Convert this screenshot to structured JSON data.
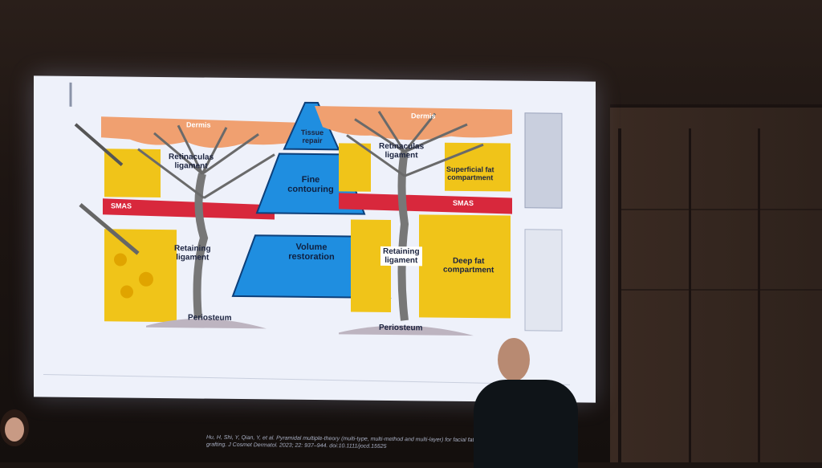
{
  "slide": {
    "left_diagram": {
      "dermis": "Dermis",
      "retinacula": "Retinaculas\nligament",
      "smas": "SMAS",
      "retaining": "Retaining\nligament",
      "periosteum": "Periosteum"
    },
    "pyramid": {
      "top": "Tissue\nrepair",
      "middle": "Fine\ncontouring",
      "bottom": "Volume\nrestoration"
    },
    "right_diagram": {
      "dermis": "Dermis",
      "retinacula": "Retinaculas\nligament",
      "superficial_fat": "Superficial fat\ncompartment",
      "smas": "SMAS",
      "retaining": "Retaining\nligament",
      "deep_fat": "Deep fat\ncompartment",
      "periosteum": "Periosteum"
    },
    "citation": "Hu, H, Shi, Y, Qian, Y, et al. Pyramidal multiple-theory (multi-type, multi-method and multi-layer) for facial fat grafting. J Cosmet Dermatol. 2023; 22: 937–944. doi:10.1111/jocd.15525"
  },
  "colors": {
    "fat": "#f0c419",
    "dermis": "#f0a070",
    "smas": "#d8283c",
    "pyramid": "#1f8ee0",
    "screen": "#eef1fa"
  }
}
